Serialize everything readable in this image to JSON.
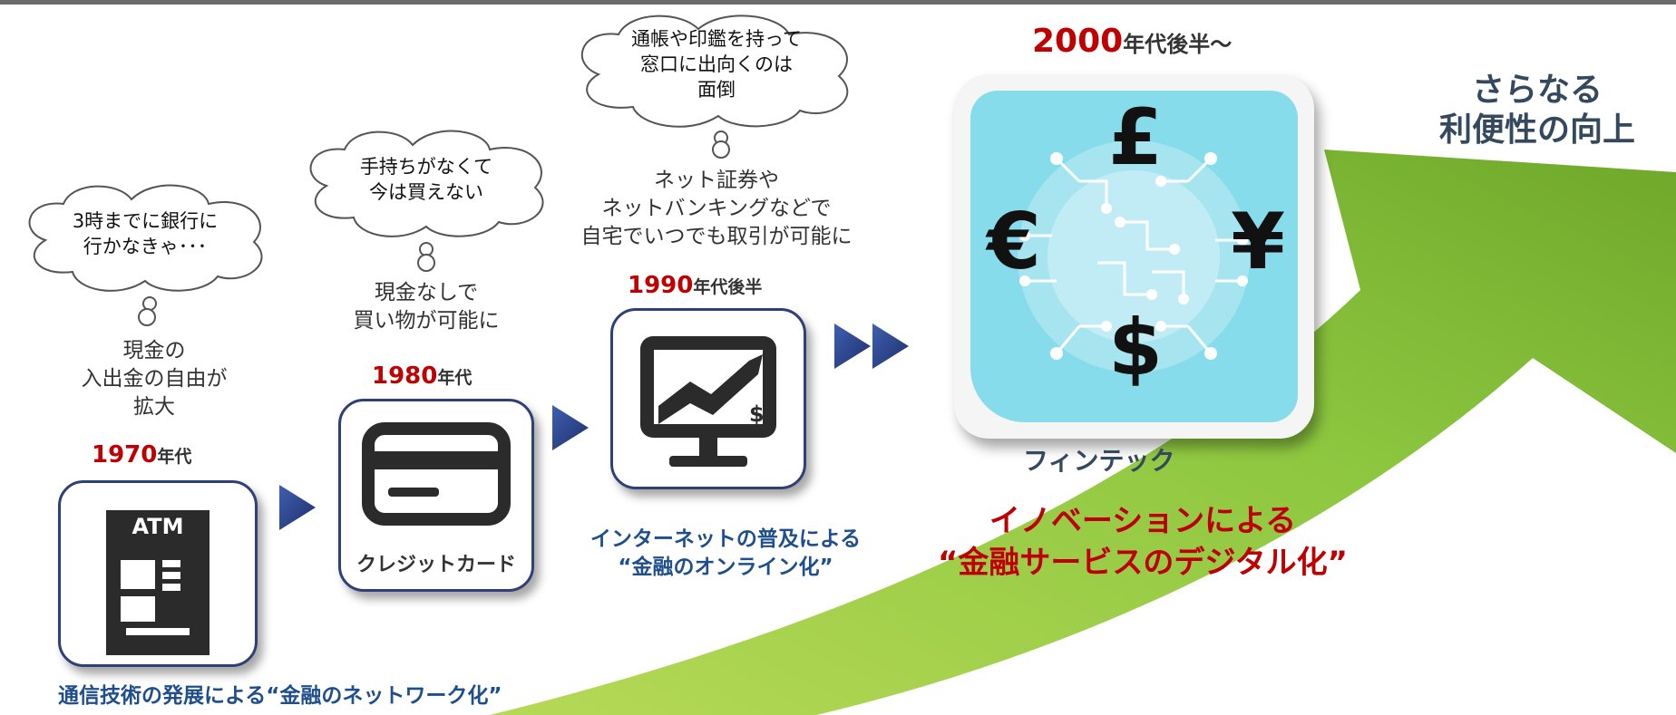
{
  "eras": {
    "e1970": {
      "year": "1970",
      "suffix": "年代",
      "thought": "3時までに銀行に\n行かなきゃ･･･",
      "result": "現金の\n入出金の自由が\n拡大",
      "tile_label": "ATM"
    },
    "e1980": {
      "year": "1980",
      "suffix": "年代",
      "thought": "手持ちがなくて\n今は買えない",
      "result": "現金なしで\n買い物が可能に",
      "tile_label": "クレジットカード"
    },
    "e1990": {
      "year": "1990",
      "suffix": "年代後半",
      "thought": "通帳や印鑑を持って\n窓口に出向くのは\n面倒",
      "result": "ネット証券や\nネットバンキングなどで\n自宅でいつでも取引が可能に"
    },
    "e2000": {
      "year": "2000",
      "suffix": "年代後半～",
      "tile_label": "フィンテック",
      "symbols": [
        "£",
        "€",
        "¥",
        "$"
      ]
    }
  },
  "captions": {
    "network": "通信技術の発展による“金融のネットワーク化”",
    "online": "インターネットの普及による\n“金融のオンライン化”",
    "digital": "イノベーションによる\n“金融サービスのデジタル化”",
    "further": "さらなる\n利便性の向上"
  },
  "colors": {
    "accent_red": "#c00000",
    "caption_blue": "#1f4e8c",
    "arrow_green": "#8cc63f",
    "tile_border": "#2f3f78",
    "fintech_bg": "#87dceb"
  }
}
